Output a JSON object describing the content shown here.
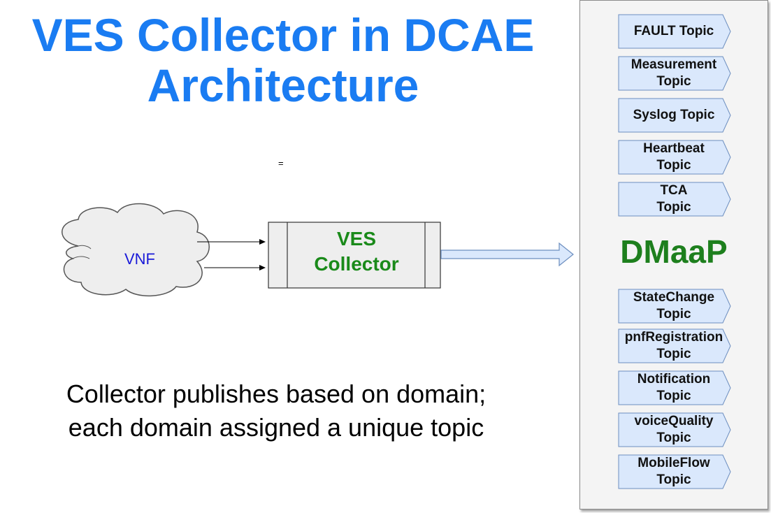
{
  "title": {
    "line1": "VES Collector in DCAE",
    "line2": "Architecture"
  },
  "equals_mark": "=",
  "vnf": {
    "label": "VNF"
  },
  "collector": {
    "line1": "VES",
    "line2": "Collector"
  },
  "caption": {
    "line1": "Collector publishes based on domain;",
    "line2": "each domain assigned a unique topic"
  },
  "dmaap": {
    "label": "DMaaP",
    "topics_top": [
      {
        "label": "FAULT Topic"
      },
      {
        "label": "Measurement\nTopic"
      },
      {
        "label": "Syslog Topic"
      },
      {
        "label": "Heartbeat\nTopic"
      },
      {
        "label": "TCA\nTopic"
      }
    ],
    "topics_bottom": [
      {
        "label": "StateChange\nTopic"
      },
      {
        "label": "pnfRegistration\nTopic"
      },
      {
        "label": "Notification\nTopic"
      },
      {
        "label": "voiceQuality\nTopic"
      },
      {
        "label": "MobileFlow\nTopic"
      }
    ]
  },
  "colors": {
    "title": "#1a7cf2",
    "collector_text": "#1a8a1a",
    "dmaap_text": "#1d7f1d",
    "vnf_text": "#1a1ad8",
    "topic_fill": "#dae8fc",
    "topic_stroke": "#6c8ebf"
  }
}
